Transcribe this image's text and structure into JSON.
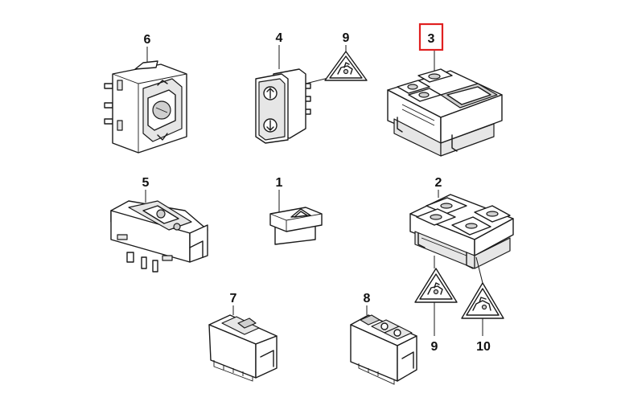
{
  "labels": {
    "p1": "1",
    "p2": "2",
    "p3": "3",
    "p4": "4",
    "p5": "5",
    "p6": "6",
    "p7": "7",
    "p8": "8",
    "p9_top": "9",
    "p9_bottom": "9",
    "p10": "10"
  },
  "highlight": {
    "label": "p3",
    "color": "#e02020"
  }
}
